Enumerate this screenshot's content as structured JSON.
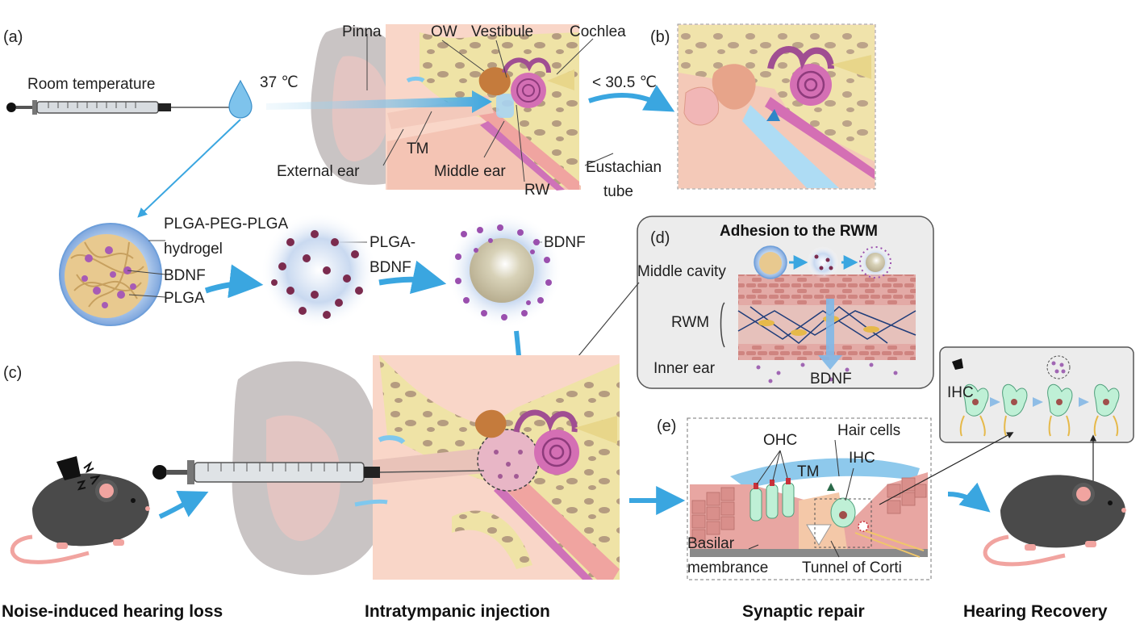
{
  "panels": {
    "a": "(a)",
    "b": "(b)",
    "c": "(c)",
    "d": "(d)",
    "e": "(e)"
  },
  "panel_a": {
    "room_temperature": "Room temperature",
    "body_temperature": "37 ℃",
    "pinna": "Pinna",
    "ow": "OW",
    "vestibule": "Vestibule",
    "cochlea": "Cochlea",
    "tm": "TM",
    "external_ear": "External ear",
    "middle_ear": "Middle ear",
    "rw": "RW",
    "eustachian_line1": "Eustachian",
    "eustachian_line2": "tube"
  },
  "panel_b": {
    "cooling_temperature": "< 30.5 ℃"
  },
  "formulation": {
    "hydrogel_line1": "PLGA-PEG-PLGA",
    "hydrogel_line2": "hydrogel",
    "bdnf": "BDNF",
    "plga": "PLGA",
    "plga_bdnf_line1": "PLGA-",
    "plga_bdnf_line2": "BDNF",
    "released_bdnf": "BDNF"
  },
  "panel_d": {
    "title": "Adhesion to the RWM",
    "middle_cavity": "Middle cavity",
    "rwm": "RWM",
    "inner_ear": "Inner ear",
    "bdnf": "BDNF"
  },
  "panel_e": {
    "ohc": "OHC",
    "hair_cells": "Hair cells",
    "tm": "TM",
    "ihc": "IHC",
    "basilar_line1": "Basilar",
    "basilar_line2": "membrance",
    "tunnel": "Tunnel of Corti"
  },
  "repair_box": {
    "ihc": "IHC"
  },
  "captions": {
    "noise": "Noise-induced hearing loss",
    "injection": "Intratympanic injection",
    "repair": "Synaptic repair",
    "recovery": "Hearing Recovery"
  },
  "colors": {
    "skin": "#f9d6c8",
    "bone": "#f0e6a8",
    "bone_pores": "#b39a7e",
    "cochlea": "#d46fb4",
    "arrow": "#3aa6e0",
    "hydrogel": "#8fb6e6",
    "bdnf": "#8a4c9a",
    "mouse": "#4a4a4a"
  }
}
